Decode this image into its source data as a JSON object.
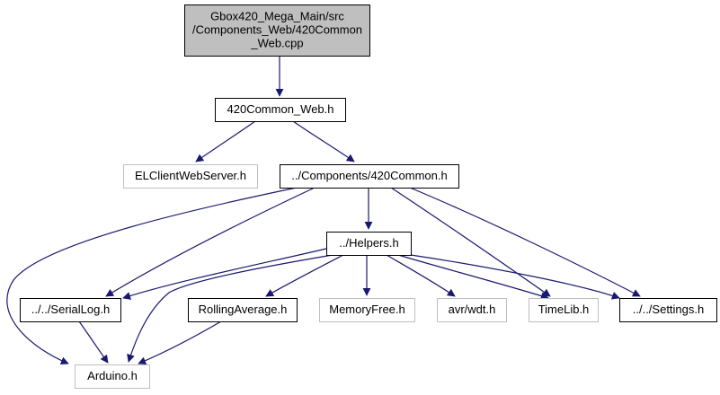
{
  "colors": {
    "edge": "#191970",
    "root_fill": "#bfbfbf",
    "box_border": "#000000",
    "missing_border": "#bfbfbf",
    "text": "#000000"
  },
  "nodes": [
    {
      "id": "root",
      "lines": [
        "Gbox420_Mega_Main/src",
        "/Components_Web/420Common",
        "_Web.cpp"
      ],
      "style": "root"
    },
    {
      "id": "common_web",
      "lines": [
        "420Common_Web.h"
      ],
      "style": "normal"
    },
    {
      "id": "elclient",
      "lines": [
        "ELClientWebServer.h"
      ],
      "style": "missing"
    },
    {
      "id": "common",
      "lines": [
        "../Components/420Common.h"
      ],
      "style": "normal"
    },
    {
      "id": "helpers",
      "lines": [
        "../Helpers.h"
      ],
      "style": "normal"
    },
    {
      "id": "seriallog",
      "lines": [
        "../../SerialLog.h"
      ],
      "style": "normal"
    },
    {
      "id": "rolling",
      "lines": [
        "RollingAverage.h"
      ],
      "style": "normal"
    },
    {
      "id": "memfree",
      "lines": [
        "MemoryFree.h"
      ],
      "style": "missing"
    },
    {
      "id": "wdt",
      "lines": [
        "avr/wdt.h"
      ],
      "style": "missing"
    },
    {
      "id": "timelib",
      "lines": [
        "TimeLib.h"
      ],
      "style": "missing"
    },
    {
      "id": "settings",
      "lines": [
        "../../Settings.h"
      ],
      "style": "normal"
    },
    {
      "id": "arduino",
      "lines": [
        "Arduino.h"
      ],
      "style": "missing"
    }
  ],
  "edges": [
    {
      "from": "root",
      "to": "common_web"
    },
    {
      "from": "common_web",
      "to": "elclient"
    },
    {
      "from": "common_web",
      "to": "common"
    },
    {
      "from": "common",
      "to": "arduino"
    },
    {
      "from": "common",
      "to": "seriallog"
    },
    {
      "from": "common",
      "to": "helpers"
    },
    {
      "from": "common",
      "to": "timelib"
    },
    {
      "from": "common",
      "to": "settings"
    },
    {
      "from": "helpers",
      "to": "seriallog"
    },
    {
      "from": "helpers",
      "to": "arduino"
    },
    {
      "from": "helpers",
      "to": "rolling"
    },
    {
      "from": "helpers",
      "to": "memfree"
    },
    {
      "from": "helpers",
      "to": "wdt"
    },
    {
      "from": "helpers",
      "to": "timelib"
    },
    {
      "from": "helpers",
      "to": "settings"
    },
    {
      "from": "seriallog",
      "to": "arduino"
    },
    {
      "from": "rolling",
      "to": "arduino"
    }
  ]
}
